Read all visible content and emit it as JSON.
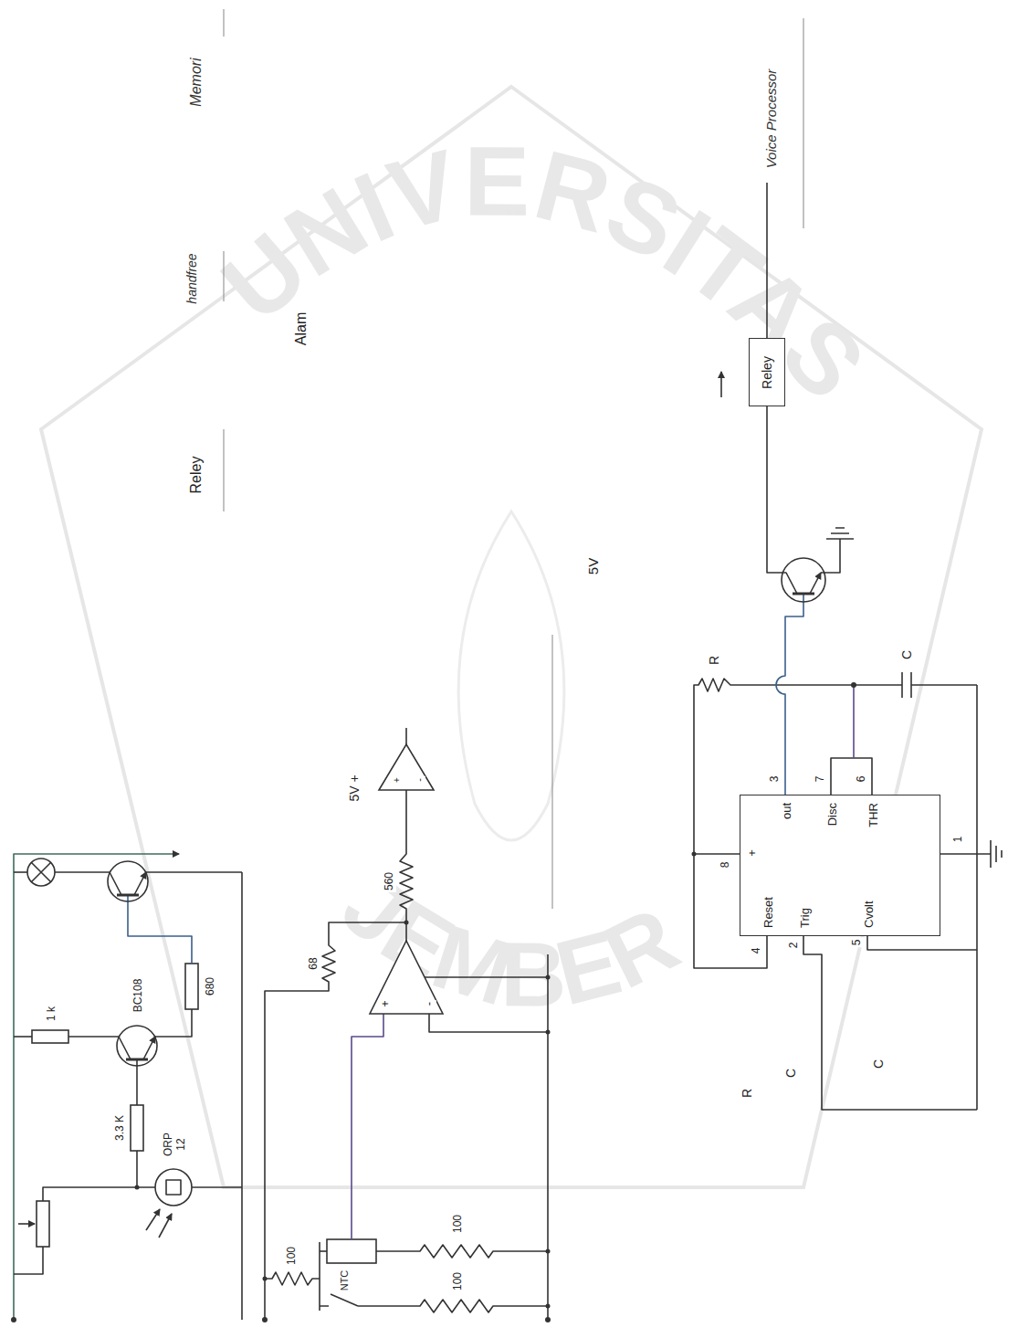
{
  "diagram": {
    "nodes": [
      {
        "text": [
          "Reset",
          "Trig",
          "Cvolt",
          "out",
          "Disc",
          "THR",
          "+"
        ]
      },
      {
        "text": [
          "Reley"
        ]
      }
    ],
    "labels": [
      "Memori",
      "handfree",
      "Voice Processor",
      "Reley",
      "Alam",
      "1 k",
      "BC108",
      "3.3 K",
      "ORP 12",
      "680",
      "100",
      "NTC",
      "100",
      "100",
      "68",
      "+",
      "-",
      "560",
      "5V +",
      "+",
      "-",
      "5V",
      "8",
      "3",
      "7",
      "6",
      "4",
      "2",
      "5",
      "1",
      "R",
      "C",
      "R",
      "C",
      "C",
      "UNIVERSITAS",
      "JEMBER"
    ]
  }
}
